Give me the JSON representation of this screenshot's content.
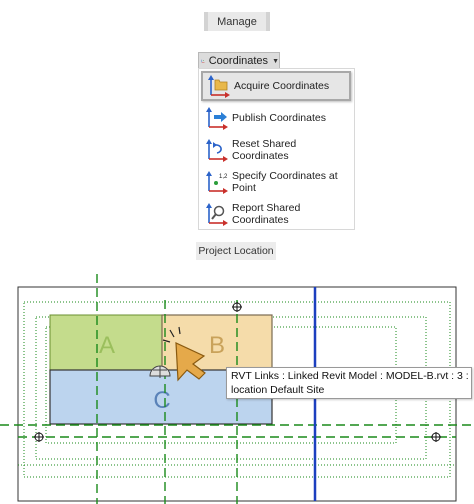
{
  "ribbon": {
    "tab_label": "Manage",
    "panel_label": "Project Location"
  },
  "coordinates_button": {
    "label": "Coordinates",
    "icon": "coordinates-icon"
  },
  "menu": {
    "items": [
      {
        "label": "Acquire Coordinates",
        "icon": "acquire-coordinates-icon",
        "selected": true
      },
      {
        "label": "Publish Coordinates",
        "icon": "publish-coordinates-icon"
      },
      {
        "label": "Reset Shared Coordinates",
        "icon": "reset-coordinates-icon"
      },
      {
        "label": "Specify Coordinates at Point",
        "icon": "specify-coordinates-icon"
      },
      {
        "label": "Report Shared Coordinates",
        "icon": "report-coordinates-icon"
      }
    ]
  },
  "canvas": {
    "regions": [
      {
        "label": "A",
        "fill": "#c4dc8c"
      },
      {
        "label": "B",
        "fill": "#f5dcaa"
      },
      {
        "label": "C",
        "fill": "#bcd4ee"
      }
    ],
    "grid_color": "#1a8a1a",
    "level_line_color": "#1c3fbf"
  },
  "tooltip": {
    "line1": "RVT Links : Linked Revit Model : MODEL-B.rvt : 3 :",
    "line2": "location Default Site"
  }
}
